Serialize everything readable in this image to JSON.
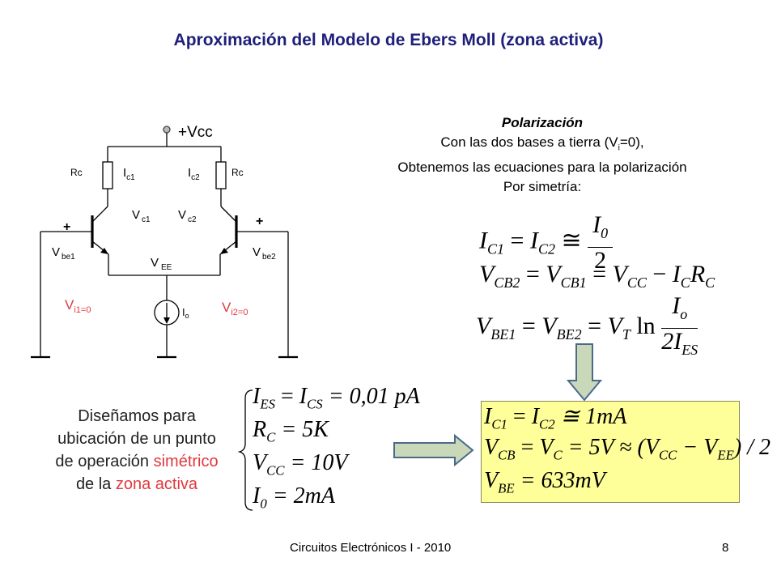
{
  "title": "Aproximación del Modelo de Ebers Moll (zona activa)",
  "circuit": {
    "vcc_label": "+Vcc",
    "rc_left": "Rc",
    "rc_right": "Rc",
    "ic1": "I",
    "ic1_sub": "c1",
    "ic2": "I",
    "ic2_sub": "c2",
    "vc1": "V",
    "vc1_sub": "c1",
    "vc2": "V",
    "vc2_sub": "c2",
    "vee": "V",
    "vee_sub": "EE",
    "vbe1": "V",
    "vbe1_sub": "be1",
    "vbe2": "V",
    "vbe2_sub": "be2",
    "plus_left": "+",
    "plus_right": "+",
    "vi1": "V",
    "vi1_sub": "i1=0",
    "vi2": "V",
    "vi2_sub": "i2=0",
    "io": "I",
    "io_sub": "o",
    "red_color": "#e0393e"
  },
  "polarizacion": {
    "heading": "Polarización",
    "line1_a": "Con las dos bases a  tierra (V",
    "line1_sub": "i",
    "line1_b": "=0),",
    "line2": "Obtenemos las ecuaciones para la polarización",
    "line3": "Por simetría:"
  },
  "eqs": {
    "e1": {
      "I": "I",
      "c1": "C1",
      "eq": "=",
      "I2": "I",
      "c2": "C2",
      "approx": "≅",
      "num": "I",
      "num_sub": "0",
      "den": "2"
    },
    "e2": {
      "V": "V",
      "cb2": "CB2",
      "eq": "=",
      "V2": "V",
      "cb1": "CB1",
      "eq2": "=",
      "V3": "V",
      "cc": "CC",
      "minus": "−",
      "I": "I",
      "c": "C",
      "R": "R",
      "rc": "C"
    },
    "e3": {
      "V": "V",
      "be1": "BE1",
      "eq": "=",
      "V2": "V",
      "be2": "BE2",
      "eq2": "=",
      "V3": "V",
      "t": "T",
      "ln": "ln",
      "num": "I",
      "num_sub": "o",
      "den": "2I",
      "den_sub": "ES"
    }
  },
  "design": {
    "line1": "Diseñamos para",
    "line2": "ubicación de un punto",
    "line3_a": "de operación ",
    "line3_red": "simétrico",
    "line4_a": "de la ",
    "line4_red": "zona activa"
  },
  "system": {
    "s1": {
      "I": "I",
      "es": "ES",
      "eq": "=",
      "I2": "I",
      "cs": "CS",
      "val": "= 0,01 pA"
    },
    "s2": {
      "R": "R",
      "c": "C",
      "val": "= 5K"
    },
    "s3": {
      "V": "V",
      "cc": "CC",
      "val": "= 10V"
    },
    "s4": {
      "I": "I",
      "zero": "0",
      "val": "= 2mA"
    }
  },
  "result": {
    "r1": {
      "I": "I",
      "c1": "C1",
      "eq": "=",
      "I2": "I",
      "c2": "C2",
      "val": "≅ 1mA"
    },
    "r2": {
      "V": "V",
      "cb": "CB",
      "eq": "=",
      "V2": "V",
      "c": "C",
      "mid": "= 5V ≈ (V",
      "cc": "CC",
      "minus": " − V",
      "ee": "EE",
      "tail": ") / 2"
    },
    "r3": {
      "V": "V",
      "be": "BE",
      "val": "= 633mV"
    }
  },
  "footer": {
    "course": "Circuitos Electrónicos I - 2010",
    "page": "8"
  },
  "colors": {
    "title": "#1f1f7a",
    "accent_red": "#e0393e",
    "result_bg": "#ffff99",
    "arrow": "#c8d8b8"
  }
}
